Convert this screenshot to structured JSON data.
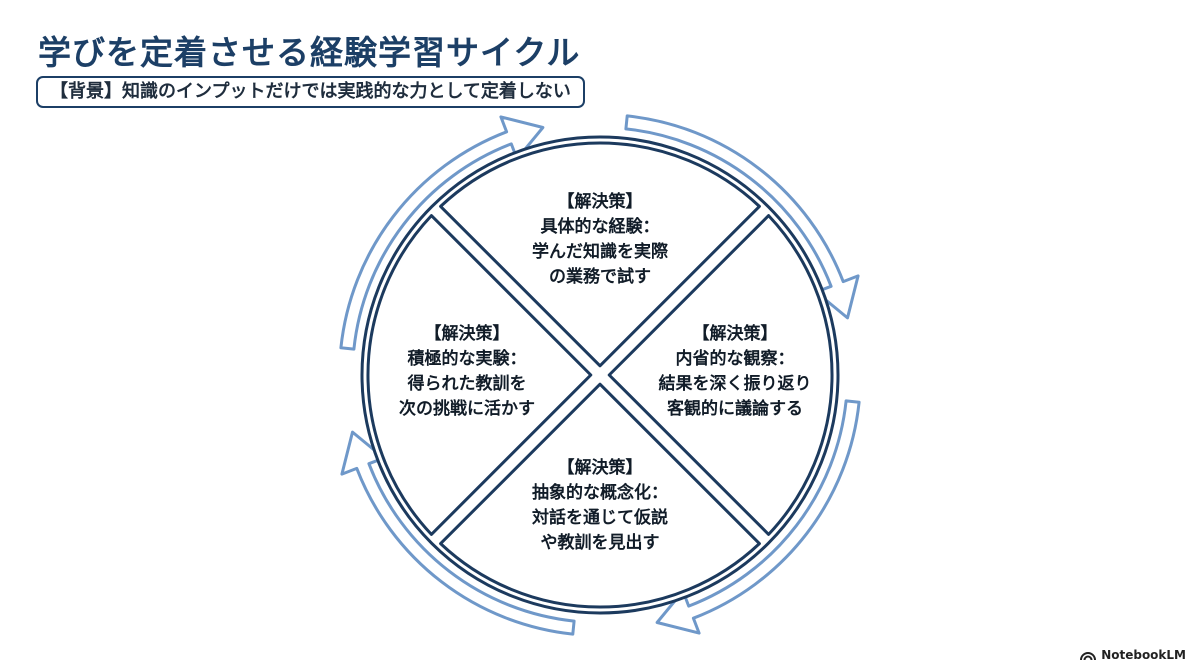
{
  "title": "学びを定着させる経験学習サイクル",
  "subtitle": "【背景】知識のインプットだけでは実践的な力として定着しない",
  "colors": {
    "title": "#1c3f66",
    "circle_stroke": "#1c3a5e",
    "arrow_fill": "#ffffff",
    "arrow_stroke": "#6f98c9"
  },
  "quadrants": [
    {
      "position": "top",
      "lines": [
        "【解決策】",
        "具体的な経験：",
        "学んだ知識を実際",
        "の業務で試す"
      ]
    },
    {
      "position": "right",
      "lines": [
        "【解決策】",
        "内省的な観察：",
        "結果を深く振り返り",
        "客観的に議論する"
      ]
    },
    {
      "position": "bottom",
      "lines": [
        "【解決策】",
        "抽象的な概念化：",
        "対話を通じて仮説",
        "や教訓を見出す"
      ]
    },
    {
      "position": "left",
      "lines": [
        "【解決策】",
        "積極的な実験：",
        "得られた教訓を",
        "次の挑戦に活かす"
      ]
    }
  ],
  "footer": {
    "logo_icon": "notebooklm-icon",
    "logo_text": "NotebookLM"
  }
}
